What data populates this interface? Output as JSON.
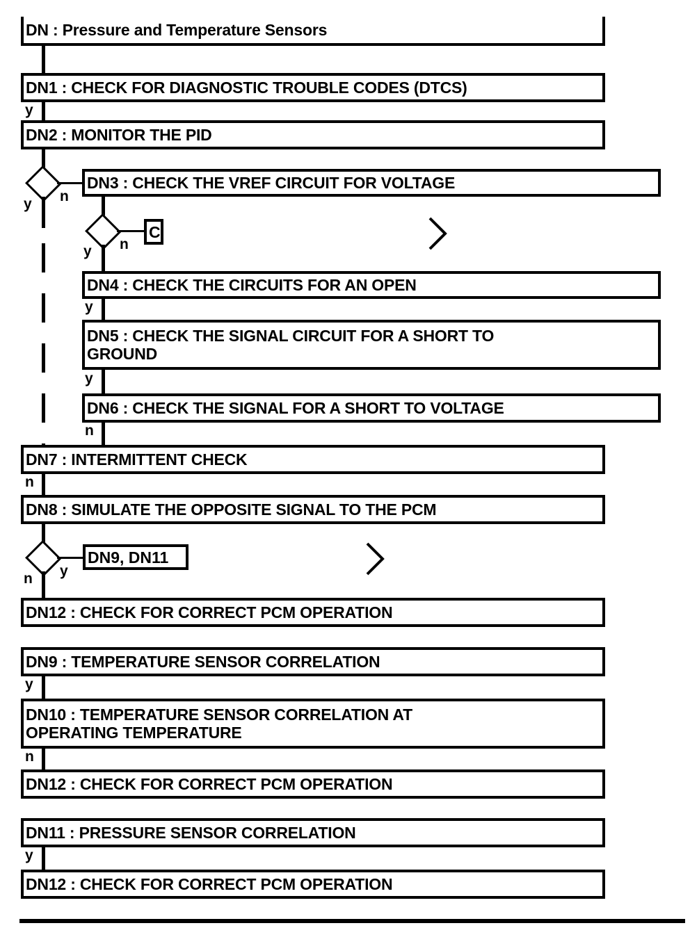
{
  "diagram": {
    "type": "flowchart",
    "title": "DN : Pressure and Temperature Sensors",
    "nodes": [
      {
        "id": "DN",
        "label": "DN : Pressure and Temperature Sensors"
      },
      {
        "id": "DN1",
        "label": "DN1 : CHECK FOR DIAGNOSTIC TROUBLE CODES (DTCS)"
      },
      {
        "id": "DN2",
        "label": "DN2 : MONITOR THE PID"
      },
      {
        "id": "DN3",
        "label": "DN3 : CHECK THE VREF CIRCUIT FOR VOLTAGE"
      },
      {
        "id": "C",
        "label": "C"
      },
      {
        "id": "DN4",
        "label": "DN4 : CHECK THE CIRCUITS FOR AN OPEN"
      },
      {
        "id": "DN5",
        "label": "DN5 : CHECK THE SIGNAL CIRCUIT FOR A SHORT TO\nGROUND"
      },
      {
        "id": "DN6",
        "label": "DN6 : CHECK THE SIGNAL FOR A SHORT TO VOLTAGE"
      },
      {
        "id": "DN7",
        "label": "DN7 : INTERMITTENT CHECK"
      },
      {
        "id": "DN8",
        "label": "DN8 : SIMULATE THE OPPOSITE SIGNAL TO THE PCM"
      },
      {
        "id": "DN9_DN11_TAG",
        "label": "DN9, DN11"
      },
      {
        "id": "DN12a",
        "label": "DN12 : CHECK FOR CORRECT PCM OPERATION"
      },
      {
        "id": "DN9",
        "label": "DN9 : TEMPERATURE SENSOR CORRELATION"
      },
      {
        "id": "DN10",
        "label": "DN10 : TEMPERATURE SENSOR CORRELATION AT\nOPERATING TEMPERATURE"
      },
      {
        "id": "DN12b",
        "label": "DN12 : CHECK FOR CORRECT PCM OPERATION"
      },
      {
        "id": "DN11",
        "label": "DN11 : PRESSURE SENSOR CORRELATION"
      },
      {
        "id": "DN12c",
        "label": "DN12 : CHECK FOR CORRECT PCM OPERATION"
      }
    ],
    "branch_labels": {
      "dn1_to_dn2": "y",
      "d1_yes": "y",
      "d1_no": "n",
      "d2_yes": "y",
      "d2_no": "n",
      "dn4_yes": "y",
      "dn5_yes": "y",
      "dn6_no": "n",
      "dn7_no": "n",
      "d3_no": "n",
      "d3_yes": "y",
      "dn9_yes": "y",
      "dn10_no": "n",
      "dn11_yes": "y"
    },
    "colors": {
      "ink": "#000000",
      "paper": "#ffffff"
    }
  }
}
